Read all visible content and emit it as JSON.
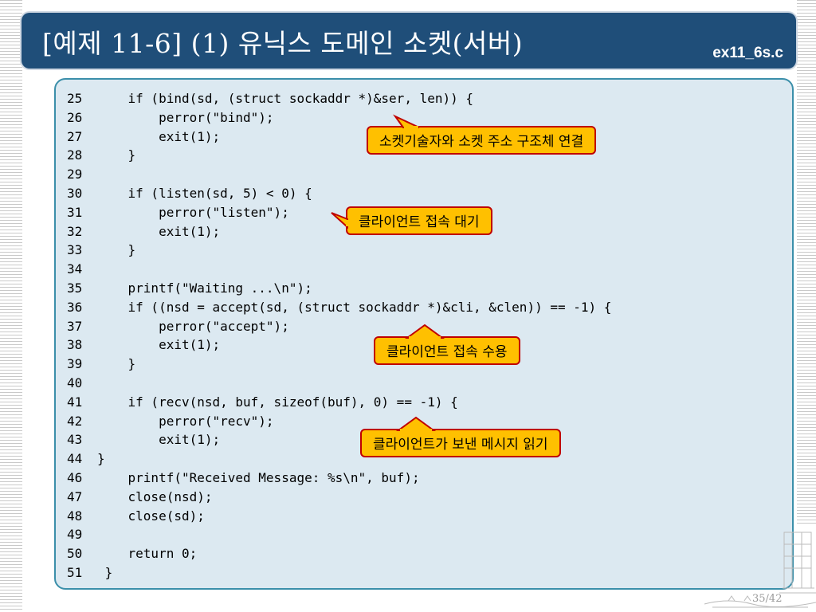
{
  "slide": {
    "title": "[예제 11-6] (1) 유닉스 도메인 소켓(서버)",
    "filename": "ex11_6s.c",
    "page": "35/42"
  },
  "code_lines": [
    {
      "num": "25",
      "text": "    if (bind(sd, (struct sockaddr *)&ser, len)) {"
    },
    {
      "num": "26",
      "text": "        perror(\"bind\");"
    },
    {
      "num": "27",
      "text": "        exit(1);"
    },
    {
      "num": "28",
      "text": "    }"
    },
    {
      "num": "29",
      "text": ""
    },
    {
      "num": "30",
      "text": "    if (listen(sd, 5) < 0) {"
    },
    {
      "num": "31",
      "text": "        perror(\"listen\");"
    },
    {
      "num": "32",
      "text": "        exit(1);"
    },
    {
      "num": "33",
      "text": "    }"
    },
    {
      "num": "34",
      "text": ""
    },
    {
      "num": "35",
      "text": "    printf(\"Waiting ...\\n\");"
    },
    {
      "num": "36",
      "text": "    if ((nsd = accept(sd, (struct sockaddr *)&cli, &clen)) == -1) {"
    },
    {
      "num": "37",
      "text": "        perror(\"accept\");"
    },
    {
      "num": "38",
      "text": "        exit(1);"
    },
    {
      "num": "39",
      "text": "    }"
    },
    {
      "num": "40",
      "text": ""
    },
    {
      "num": "41",
      "text": "    if (recv(nsd, buf, sizeof(buf), 0) == -1) {"
    },
    {
      "num": "42",
      "text": "        perror(\"recv\");"
    },
    {
      "num": "43",
      "text": "        exit(1);"
    },
    {
      "num": "44",
      "text": "}"
    },
    {
      "num": "46",
      "text": "    printf(\"Received Message: %s\\n\", buf);"
    },
    {
      "num": "47",
      "text": "    close(nsd);"
    },
    {
      "num": "48",
      "text": "    close(sd);"
    },
    {
      "num": "49",
      "text": ""
    },
    {
      "num": "50",
      "text": "    return 0;"
    },
    {
      "num": "51",
      "text": " }"
    }
  ],
  "callouts": {
    "bind": "소켓기술자와 소켓 주소 구조체 연결",
    "listen": "클라이언트 접속 대기",
    "accept": "클라이언트 접속 수용",
    "recv": "클라이언트가 보낸 메시지 읽기"
  },
  "colors": {
    "title_bg": "#1f4e79",
    "panel_bg": "#dce9f1",
    "panel_border": "#3b8faa",
    "callout_fill": "#ffc000",
    "callout_border": "#c00000"
  }
}
